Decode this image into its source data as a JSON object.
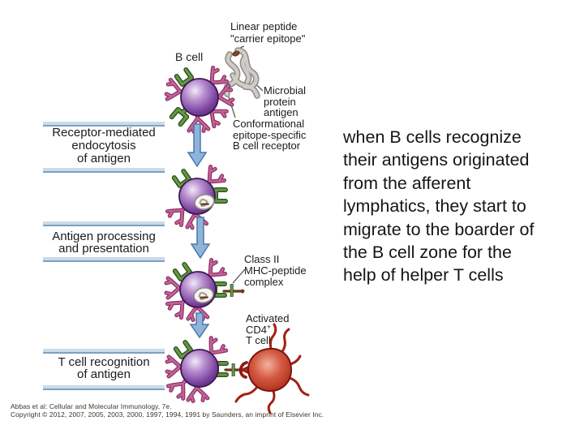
{
  "figure": {
    "labels": {
      "b_cell": "B cell",
      "linear_peptide": {
        "lines": [
          "Linear peptide",
          "\"carrier epitope\""
        ]
      },
      "microbial": {
        "lines": [
          "Microbial",
          "protein",
          "antigen"
        ]
      },
      "conformational": {
        "lines": [
          "Conformational",
          "epitope-specific",
          "B cell receptor"
        ]
      },
      "class_ii": {
        "lines": [
          "Class II",
          "MHC-peptide",
          "complex"
        ]
      },
      "activated": {
        "line1": "Activated",
        "cd4": "CD4",
        "sup": "+",
        "line3": "T cell"
      }
    },
    "stages": [
      {
        "lines": [
          "Receptor-mediated",
          "endocytosis",
          "of antigen"
        ]
      },
      {
        "lines": [
          "Antigen processing",
          "and presentation"
        ]
      },
      {
        "lines": [
          "T cell recognition",
          "of antigen"
        ]
      }
    ],
    "icons": {
      "b_cell": "purple-sphere",
      "b_cell_receptor": "magenta-Y-antibody",
      "mhc_clamp": "green-clamp",
      "microbial_antigen": "gray-tangled-ribbon",
      "linear_peptide_site": "brown-patch",
      "endosome": "white-vesicle-with-antigen",
      "down_arrow": "blue-downward-arrow",
      "stage_bracket": "light-blue-horizontal-bar",
      "t_cell": "red-sphere-with-dendrites"
    },
    "palette": {
      "cell_purple_dark": "#54266f",
      "cell_purple_mid": "#b68cce",
      "receptor_magenta": "#c4619a",
      "mhc_green": "#639a43",
      "arrow_blue": "#8fb4dc",
      "bar_blue": "#c9dcea",
      "bar_edge_blue": "#6e93b6",
      "t_cell_red": "#c23a28",
      "peptide_brown": "#6b3a1f",
      "antigen_gray": "#cfccc7"
    }
  },
  "annotation": {
    "lines": [
      "when B cells recognize",
      "their antigens originated",
      "from the afferent",
      "lymphatics, they start to",
      "migrate to the boarder of",
      "the B cell zone for the",
      "help of helper T cells"
    ]
  },
  "credits": {
    "line1": "Abbas et al: Cellular and Molecular Immunology, 7e.",
    "line2": "Copyright © 2012, 2007, 2005, 2003, 2000, 1997, 1994, 1991 by Saunders, an imprint of Elsevier Inc."
  }
}
